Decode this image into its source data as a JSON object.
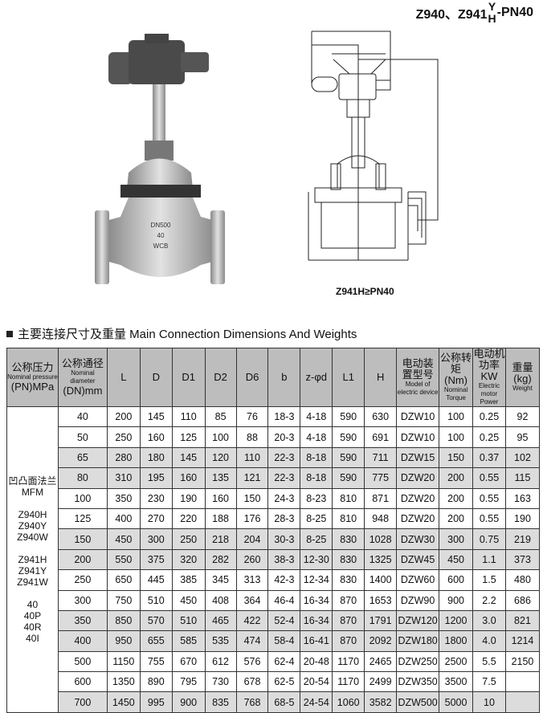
{
  "title": {
    "main": "Z940、Z941",
    "frac_top": "Y",
    "frac_bottom": "H",
    "suffix": "-PN40"
  },
  "photo": {
    "body_marking": [
      "DN500",
      "40",
      "WCB"
    ]
  },
  "drawing": {
    "caption": "Z941H≥PN40"
  },
  "section_heading": "主要连接尺寸及重量 Main Connection Dimensions And Weights",
  "table": {
    "headers": [
      {
        "cn": "公称压力",
        "en": "Nominal pressure",
        "unit": "(PN)MPa"
      },
      {
        "cn": "公称通径",
        "en": "Nominal diameter",
        "unit": "(DN)mm"
      },
      {
        "cn": "L"
      },
      {
        "cn": "D"
      },
      {
        "cn": "D1"
      },
      {
        "cn": "D2"
      },
      {
        "cn": "D6"
      },
      {
        "cn": "b"
      },
      {
        "cn": "z-φd"
      },
      {
        "cn": "L1"
      },
      {
        "cn": "H"
      },
      {
        "cn": "电动装置型号",
        "en": "Model of electric device"
      },
      {
        "cn": "公称转矩(Nm)",
        "en": "Nominal Torque"
      },
      {
        "cn": "电动机功率KW",
        "en": "Electric motor Power"
      },
      {
        "cn": "重量(kg)",
        "en": "Weight"
      }
    ],
    "group_label": [
      "凹凸面法兰",
      "MFM",
      "",
      "Z940H",
      "Z940Y",
      "Z940W",
      "",
      "Z941H",
      "Z941Y",
      "Z941W",
      "",
      "40",
      "40P",
      "40R",
      "40I"
    ],
    "rows": [
      [
        "40",
        "200",
        "145",
        "110",
        "85",
        "76",
        "18-3",
        "4-18",
        "590",
        "630",
        "DZW10",
        "100",
        "0.25",
        "92"
      ],
      [
        "50",
        "250",
        "160",
        "125",
        "100",
        "88",
        "20-3",
        "4-18",
        "590",
        "691",
        "DZW10",
        "100",
        "0.25",
        "95"
      ],
      [
        "65",
        "280",
        "180",
        "145",
        "120",
        "110",
        "22-3",
        "8-18",
        "590",
        "711",
        "DZW15",
        "150",
        "0.37",
        "102"
      ],
      [
        "80",
        "310",
        "195",
        "160",
        "135",
        "121",
        "22-3",
        "8-18",
        "590",
        "775",
        "DZW20",
        "200",
        "0.55",
        "115"
      ],
      [
        "100",
        "350",
        "230",
        "190",
        "160",
        "150",
        "24-3",
        "8-23",
        "810",
        "871",
        "DZW20",
        "200",
        "0.55",
        "163"
      ],
      [
        "125",
        "400",
        "270",
        "220",
        "188",
        "176",
        "28-3",
        "8-25",
        "810",
        "948",
        "DZW20",
        "200",
        "0.55",
        "190"
      ],
      [
        "150",
        "450",
        "300",
        "250",
        "218",
        "204",
        "30-3",
        "8-25",
        "830",
        "1028",
        "DZW30",
        "300",
        "0.75",
        "219"
      ],
      [
        "200",
        "550",
        "375",
        "320",
        "282",
        "260",
        "38-3",
        "12-30",
        "830",
        "1325",
        "DZW45",
        "450",
        "1.1",
        "373"
      ],
      [
        "250",
        "650",
        "445",
        "385",
        "345",
        "313",
        "42-3",
        "12-34",
        "830",
        "1400",
        "DZW60",
        "600",
        "1.5",
        "480"
      ],
      [
        "300",
        "750",
        "510",
        "450",
        "408",
        "364",
        "46-4",
        "16-34",
        "870",
        "1653",
        "DZW90",
        "900",
        "2.2",
        "686"
      ],
      [
        "350",
        "850",
        "570",
        "510",
        "465",
        "422",
        "52-4",
        "16-34",
        "870",
        "1791",
        "DZW120",
        "1200",
        "3.0",
        "821"
      ],
      [
        "400",
        "950",
        "655",
        "585",
        "535",
        "474",
        "58-4",
        "16-41",
        "870",
        "2092",
        "DZW180",
        "1800",
        "4.0",
        "1214"
      ],
      [
        "500",
        "1150",
        "755",
        "670",
        "612",
        "576",
        "62-4",
        "20-48",
        "1170",
        "2465",
        "DZW250",
        "2500",
        "5.5",
        "2150"
      ],
      [
        "600",
        "1350",
        "890",
        "795",
        "730",
        "678",
        "62-5",
        "20-54",
        "1170",
        "2499",
        "DZW350",
        "3500",
        "7.5",
        ""
      ],
      [
        "700",
        "1450",
        "995",
        "900",
        "835",
        "768",
        "68-5",
        "24-54",
        "1060",
        "3582",
        "DZW500",
        "5000",
        "10",
        ""
      ]
    ],
    "shaded_rows": [
      2,
      3,
      6,
      7,
      10,
      11,
      14
    ]
  },
  "colors": {
    "header_bg": "#bdbdbd",
    "shaded_row": "#dcdcdc",
    "border": "#333333"
  }
}
